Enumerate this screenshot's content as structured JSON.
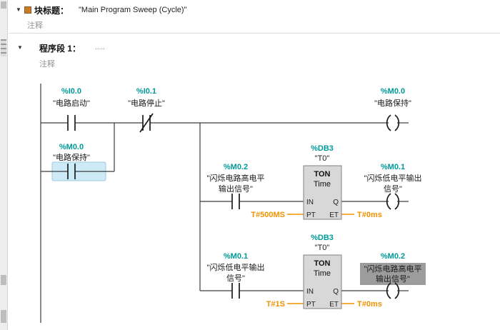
{
  "colors": {
    "operand_teal": "#009999",
    "time_orange": "#f39200",
    "selection_blue": "#cdeaf7",
    "selected_gray": "#9c9c9c"
  },
  "icons": {
    "collapse": "▼"
  },
  "header": {
    "block_title_label": "块标题：",
    "block_title_value": "\"Main Program Sweep (Cycle)\"",
    "block_comment": "注释",
    "network_title": "程序段 1：",
    "network_ellipsis": ".....",
    "network_comment": "注释"
  },
  "ladder": {
    "contact_i00": {
      "address": "%I0.0",
      "name": "\"电路启动\""
    },
    "contact_i01": {
      "address": "%I0.1",
      "name": "\"电路停止\""
    },
    "coil_m00": {
      "address": "%M0.0",
      "name": "\"电路保持\""
    },
    "contact_m00": {
      "address": "%M0.0",
      "name": "\"电路保持\""
    },
    "contact_m02": {
      "address": "%M0.2",
      "name1": "\"闪烁电路高电平",
      "name2": "输出信号\""
    },
    "coil_m01": {
      "address": "%M0.1",
      "name1": "\"闪烁低电平输出",
      "name2": "信号\""
    },
    "contact_m01": {
      "address": "%M0.1",
      "name1": "\"闪烁低电平输出",
      "name2": "信号\""
    },
    "coil_m02": {
      "address": "%M0.2",
      "name1": "\"闪烁电路高电平",
      "name2": "输出信号\""
    },
    "timer1": {
      "db": "%DB3",
      "inst": "\"T0\"",
      "type": "TON",
      "time": "Time",
      "in": "IN",
      "q": "Q",
      "pt": "PT",
      "et": "ET",
      "pt_val": "T#500MS",
      "et_val": "T#0ms"
    },
    "timer2": {
      "db": "%DB3",
      "inst": "\"T0\"",
      "type": "TON",
      "time": "Time",
      "in": "IN",
      "q": "Q",
      "pt": "PT",
      "et": "ET",
      "pt_val": "T#1S",
      "et_val": "T#0ms"
    }
  }
}
